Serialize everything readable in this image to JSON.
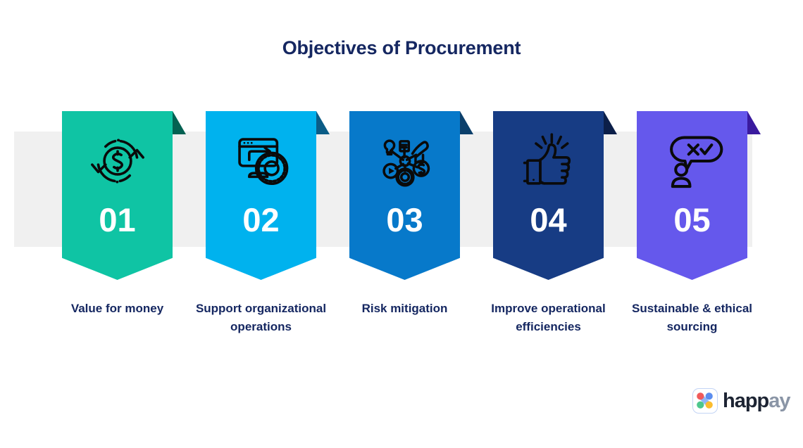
{
  "header": {
    "title": "Objectives of Procurement",
    "title_color": "#152761"
  },
  "backdrop": {
    "band_color": "#f0f0f0"
  },
  "banners": [
    {
      "number": "01",
      "label": "Value for money",
      "color": "#0fc4a4",
      "fold_color": "#046152",
      "icon": "money-cycle-icon"
    },
    {
      "number": "02",
      "label": "Support organizational operations",
      "color": "#00b2ee",
      "fold_color": "#0b5c86",
      "icon": "monitor-gear-icon"
    },
    {
      "number": "03",
      "label": "Risk mitigation",
      "color": "#0779ca",
      "fold_color": "#0b3f6b",
      "icon": "network-hub-icon"
    },
    {
      "number": "04",
      "label": "Improve operational efficiencies",
      "color": "#173c84",
      "fold_color": "#0c1f49",
      "icon": "thumbs-up-icon"
    },
    {
      "number": "05",
      "label": "Sustainable & ethical sourcing",
      "color": "#6558ec",
      "fold_color": "#3a1a9e",
      "icon": "feedback-bubble-icon"
    }
  ],
  "logo": {
    "name_part1": "happ",
    "name_part2": "ay",
    "dot_colors": {
      "top_left": "#f05a5a",
      "top_right": "#5b8def",
      "bottom_left": "#4dc78d",
      "bottom_right": "#fbbc2e",
      "connector": "#8fb6f7",
      "border": "#c3d4f5"
    }
  }
}
